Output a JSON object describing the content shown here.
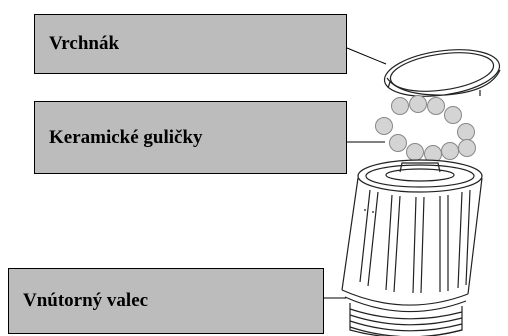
{
  "labels": {
    "lid": "Vrchnák",
    "balls": "Keramické guličky",
    "cylinder": "Vnútorný valec"
  },
  "colors": {
    "label_fill": "#bcbcbc",
    "line": "#000000",
    "ball": "#d0d0d0"
  },
  "icons": [
    "lid-icon",
    "ceramic-balls-icon",
    "inner-cylinder-icon"
  ]
}
